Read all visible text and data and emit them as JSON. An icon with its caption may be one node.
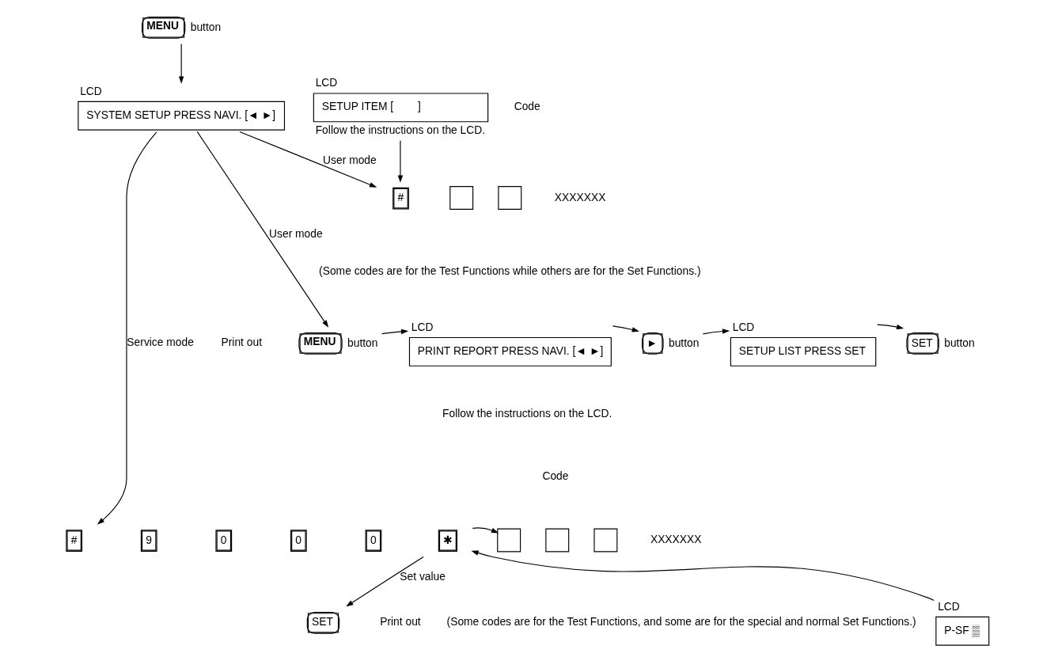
{
  "diagram": {
    "nodes": [
      {
        "text": [
          "MENU"
        ],
        "beside": [
          "button"
        ]
      },
      {
        "text": [
          "LCD",
          "SYSTEM SETUP PRESS NAVI. [◄ ►]"
        ]
      },
      {
        "text": [
          "LCD",
          "SETUP ITEM [        ]"
        ],
        "beside": [
          "Follow the instructions on the LCD."
        ]
      },
      {
        "text": [
          "#"
        ]
      },
      {
        "text": [],
        "shape": "box"
      },
      {
        "text": [],
        "shape": "box"
      },
      {
        "text": [
          "MENU"
        ],
        "beside": [
          "button"
        ]
      },
      {
        "text": [
          "LCD",
          "PRINT REPORT PRESS NAVI. [◄ ►]"
        ]
      },
      {
        "text": [
          "►"
        ],
        "beside": [
          "button"
        ]
      },
      {
        "text": [
          "LCD",
          "SETUP LIST PRESS SET"
        ]
      },
      {
        "text": [
          "SET"
        ],
        "beside": [
          "button"
        ]
      },
      {
        "text": [
          "#"
        ]
      },
      {
        "text": [
          "9"
        ]
      },
      {
        "text": [
          "0"
        ]
      },
      {
        "text": [
          "0"
        ]
      },
      {
        "text": [
          "0"
        ]
      },
      {
        "text": [
          "✱"
        ]
      },
      {
        "text": [],
        "shape": "box"
      },
      {
        "text": [],
        "shape": "box"
      },
      {
        "text": [],
        "shape": "box"
      },
      {
        "text": [
          "SET"
        ]
      },
      {
        "text": [
          "LCD",
          "P-SF ▒"
        ]
      }
    ],
    "edges": [
      {
        "from": 0,
        "to": 1,
        "arrow": "to"
      },
      {
        "from": 1,
        "to": 3,
        "arrow": "to",
        "label": "User mode"
      },
      {
        "from": 2,
        "to": 3,
        "arrow": "to"
      },
      {
        "from": 1,
        "to": 6,
        "arrow": "to",
        "label": "User mode"
      },
      {
        "from": 6,
        "to": 7,
        "arrow": "to"
      },
      {
        "from": 7,
        "to": 8,
        "arrow": "to"
      },
      {
        "from": 8,
        "to": 9,
        "arrow": "to"
      },
      {
        "from": 9,
        "to": 10,
        "arrow": "to"
      },
      {
        "from": 1,
        "to": 11,
        "arrow": "to",
        "label": "Service mode"
      },
      {
        "from": 16,
        "to": 17,
        "arrow": "to"
      },
      {
        "from": 16,
        "to": 20,
        "arrow": "to",
        "label": "Set value"
      },
      {
        "from": 21,
        "to": 16,
        "arrow": "to"
      }
    ],
    "labels": [
      "Code",
      "XXXXXXX",
      "(Some codes are for the Test Functions while others are for the Set Functions.)",
      "Print out",
      "Follow the instructions on the LCD.",
      "Code",
      "XXXXXXX",
      "(Some codes are for the Test Functions, and some are for the special and normal Set Functions.)",
      "Print out"
    ]
  }
}
